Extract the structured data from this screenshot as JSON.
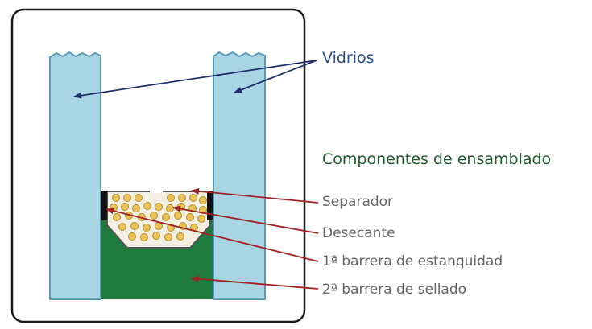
{
  "labels": {
    "glass": "Vidrios",
    "components_title": "Componentes de ensamblado",
    "items": [
      "Separador",
      "Desecante",
      "1ª barrera de estanquidad",
      "2ª barrera de sellado"
    ]
  },
  "colors": {
    "frame": "#1a1a1a",
    "glass_fill": "#a8d4e4",
    "glass_edge": "#5b9cb8",
    "spacer": "#f3efe2",
    "desiccant": "#e9c35a",
    "sealant": "#1f7a3d",
    "arrow_blue": "#1f2f6b",
    "arrow_red": "#a02424",
    "glass_label": "#2a4a8a",
    "components_label": "#1f5a2a",
    "item_label": "#666666"
  },
  "icons": [
    "arrow-icon"
  ]
}
